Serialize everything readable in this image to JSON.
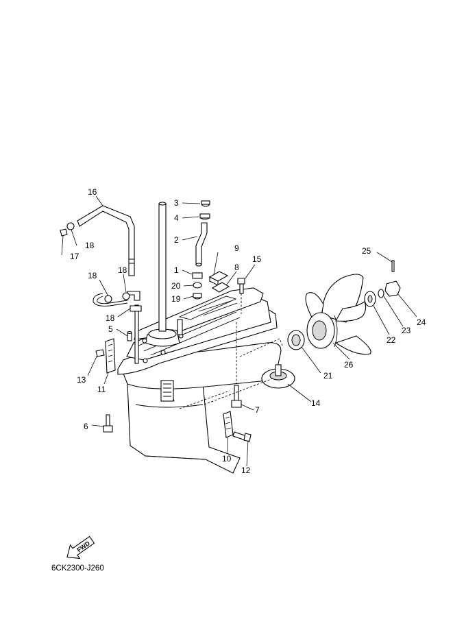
{
  "callouts": [
    {
      "id": "c1",
      "text": "1"
    },
    {
      "id": "c2",
      "text": "2"
    },
    {
      "id": "c3",
      "text": "3"
    },
    {
      "id": "c4",
      "text": "4"
    },
    {
      "id": "c5",
      "text": "5"
    },
    {
      "id": "c6",
      "text": "6"
    },
    {
      "id": "c7",
      "text": "7"
    },
    {
      "id": "c8",
      "text": "8"
    },
    {
      "id": "c9",
      "text": "9"
    },
    {
      "id": "c10",
      "text": "10"
    },
    {
      "id": "c11",
      "text": "11"
    },
    {
      "id": "c12",
      "text": "12"
    },
    {
      "id": "c13",
      "text": "13"
    },
    {
      "id": "c14",
      "text": "14"
    },
    {
      "id": "c15",
      "text": "15"
    },
    {
      "id": "c16",
      "text": "16"
    },
    {
      "id": "c17",
      "text": "17"
    },
    {
      "id": "c18a",
      "text": "18"
    },
    {
      "id": "c18b",
      "text": "18"
    },
    {
      "id": "c18c",
      "text": "18"
    },
    {
      "id": "c18d",
      "text": "18"
    },
    {
      "id": "c19",
      "text": "19"
    },
    {
      "id": "c20",
      "text": "20"
    },
    {
      "id": "c21",
      "text": "21"
    },
    {
      "id": "c22",
      "text": "22"
    },
    {
      "id": "c23",
      "text": "23"
    },
    {
      "id": "c24",
      "text": "24"
    },
    {
      "id": "c25",
      "text": "25"
    },
    {
      "id": "c26",
      "text": "26"
    }
  ],
  "arrow_label": "FWD",
  "diagram_code": "6CK2300-J260"
}
